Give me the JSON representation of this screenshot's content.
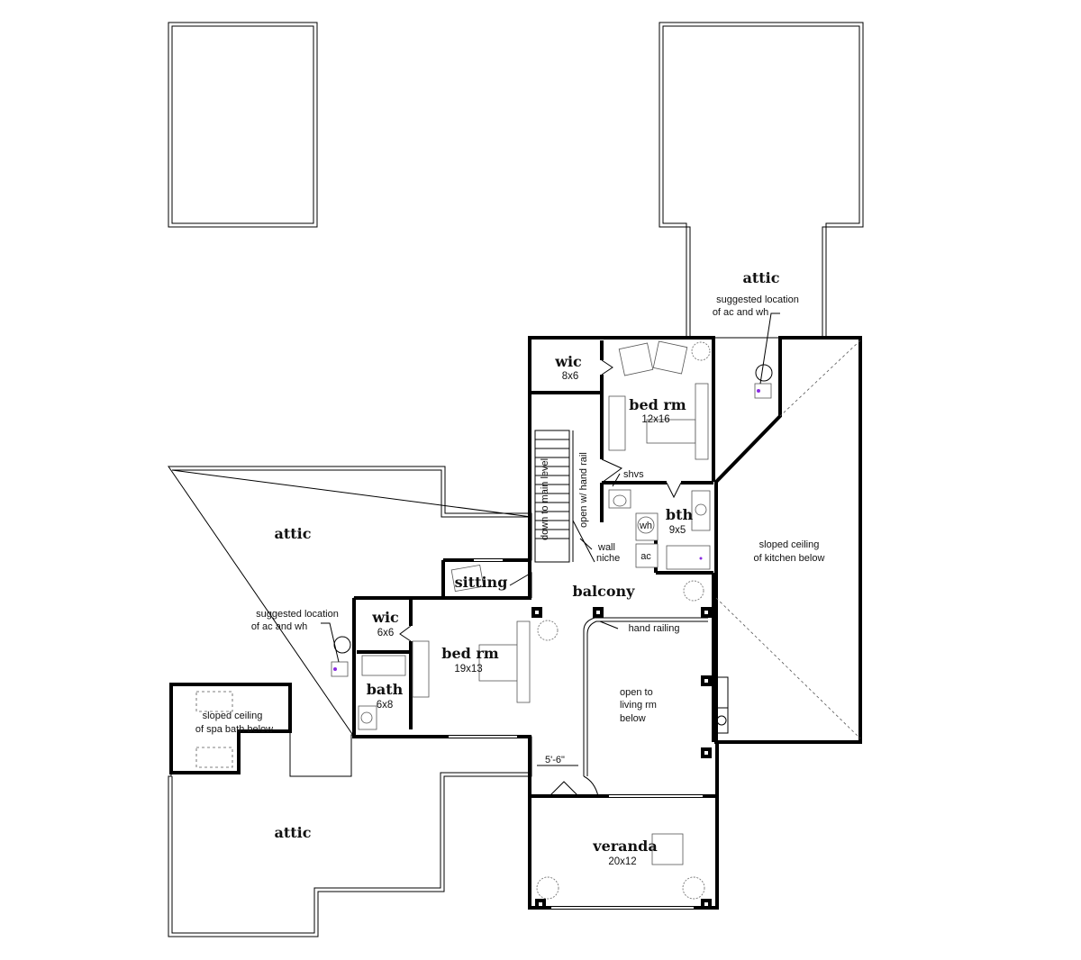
{
  "rooms": {
    "wic_upper": {
      "name": "wic",
      "size": "8x6"
    },
    "bed_rm_upper": {
      "name": "bed rm",
      "size": "12x16"
    },
    "bth": {
      "name": "bth",
      "size": "9x5"
    },
    "wic_lower": {
      "name": "wic",
      "size": "6x6"
    },
    "bed_rm_lower": {
      "name": "bed rm",
      "size": "19x13"
    },
    "bath": {
      "name": "bath",
      "size": "6x8"
    },
    "sitting": {
      "name": "sitting"
    },
    "balcony": {
      "name": "balcony"
    },
    "veranda": {
      "name": "veranda",
      "size": "20x12"
    }
  },
  "attic": {
    "right": "attic",
    "left_upper": "attic",
    "left_lower": "attic"
  },
  "notes": {
    "ac_wh_right_line1": "suggested location",
    "ac_wh_right_line2": "of ac and wh",
    "ac_wh_left_line1": "suggested location",
    "ac_wh_left_line2": "of ac and wh",
    "sloped_kitchen_line1": "sloped ceiling",
    "sloped_kitchen_line2": "of kitchen below",
    "sloped_spa_line1": "sloped ceiling",
    "sloped_spa_line2": "of spa bath below",
    "stairs_down": "down to main level",
    "stairs_open": "open w/ hand rail",
    "shvs": "shvs",
    "wall_niche_line1": "wall",
    "wall_niche_line2": "niche",
    "hand_railing": "hand railing",
    "open_living_line1": "open to",
    "open_living_line2": "living rm",
    "open_living_line3": "below",
    "dimension": "5'-6\"",
    "wh": "wh",
    "ac": "ac"
  }
}
